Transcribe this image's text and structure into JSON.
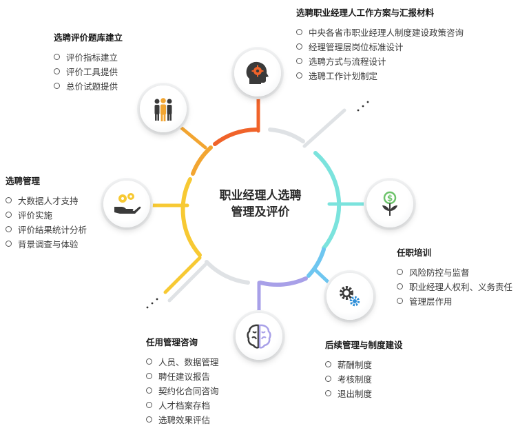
{
  "center": {
    "line1": "职业经理人选聘",
    "line2": "管理及评价"
  },
  "groups": {
    "top": {
      "title": "选聘职业经理人工作方案与汇报材料",
      "items": [
        "中央各省市职业经理人制度建设政策咨询",
        "经理管理层岗位标准设计",
        "选聘方式与流程设计",
        "选聘工作计划制定"
      ]
    },
    "topleft": {
      "title": "选聘评价题库建立",
      "items": [
        "评价指标建立",
        "评价工具提供",
        "总价试题提供"
      ]
    },
    "left": {
      "title": "选聘管理",
      "items": [
        "大数据人才支持",
        "评价实施",
        "评价结果统计分析",
        "背景调查与体验"
      ]
    },
    "right": {
      "title": "任职培训",
      "items": [
        "风险防控与监督",
        "职业经理人权利、义务责任",
        "管理层作用"
      ]
    },
    "bottomright": {
      "title": "后续管理与制度建设",
      "items": [
        "薪酬制度",
        "考核制度",
        "退出制度"
      ]
    },
    "bottom": {
      "title": "任用管理咨询",
      "items": [
        "人员、数据管理",
        "聘任建议报告",
        "契约化合同咨询",
        "人才档案存档",
        "选聘效果评估"
      ]
    }
  },
  "icons": {
    "top": "head-gear-icon",
    "topleft": "team-people-icon",
    "left": "hand-gears-icon",
    "right": "money-plant-icon",
    "bottomright": "gears-icon",
    "bottom": "brain-icon"
  },
  "colors": {
    "top": "#f0632a",
    "topleft": "#f2a531",
    "left": "#f7c933",
    "bottom": "#a8a0e8",
    "bottomright": "#6ec6f0",
    "right": "#7be3dd",
    "icon_dark": "#3a3a3a",
    "icon_accent": "#f0632a",
    "icon_blue": "#2f8fd8",
    "icon_green": "#6cc36a",
    "grey": "#dfe2e5"
  }
}
